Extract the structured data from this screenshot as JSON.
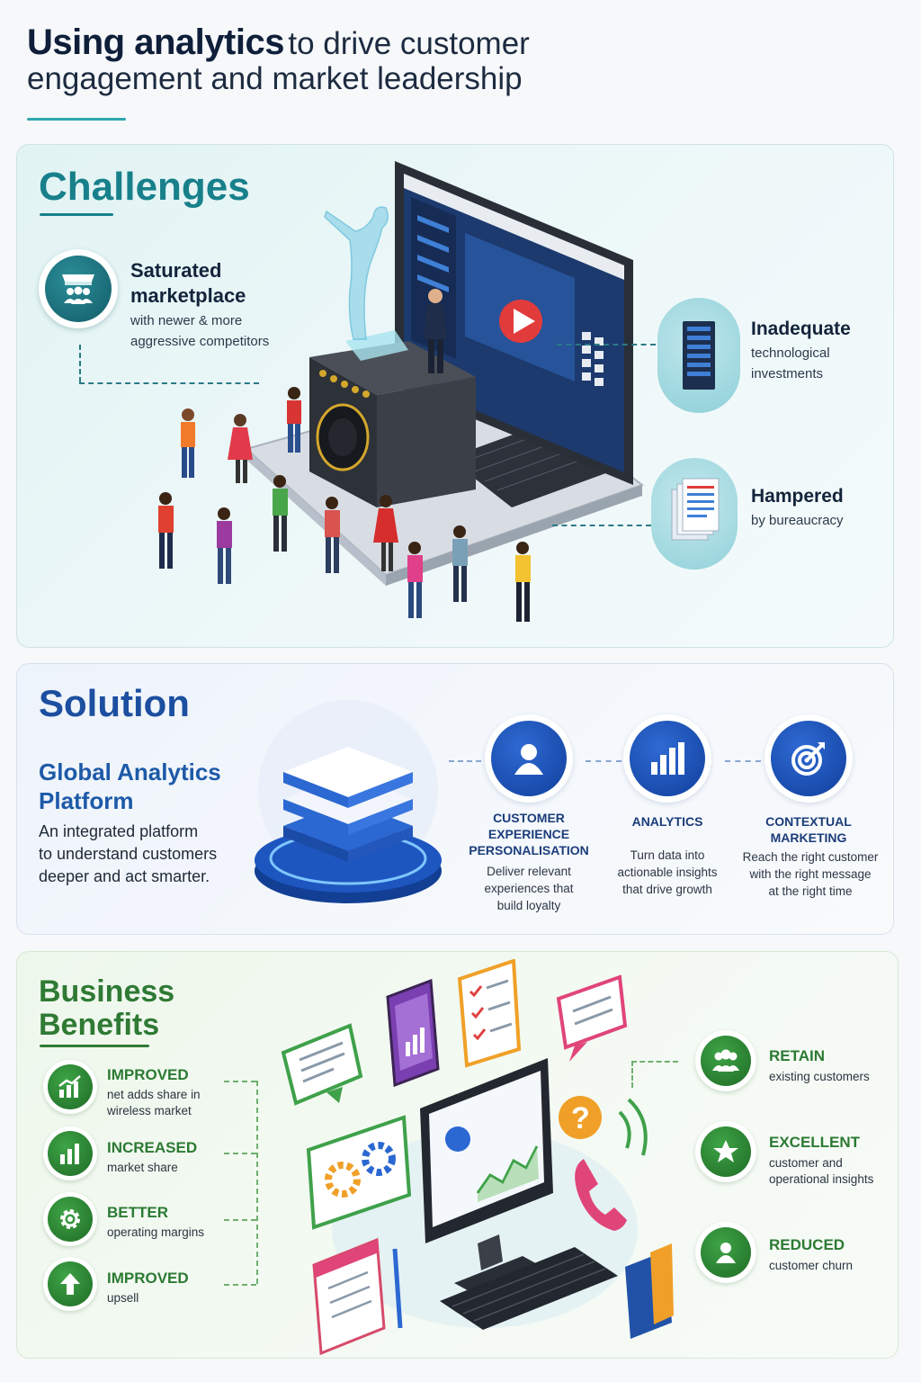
{
  "header": {
    "title_bold": "Using analytics",
    "title_rest": "to drive customer",
    "title_line2": "engagement and market leadership"
  },
  "challenges": {
    "title": "Challenges",
    "items": [
      {
        "head_line1": "Saturated",
        "head_line2": "marketplace",
        "sub_line1": "with newer & more",
        "sub_line2": "aggressive competitors",
        "icon": "storefront-icon"
      },
      {
        "head": "Inadequate",
        "sub_line1": "technological",
        "sub_line2": "investments",
        "icon": "server-rack-icon"
      },
      {
        "head": "Hampered",
        "sub_line1": "by bureaucracy",
        "icon": "documents-icon"
      }
    ],
    "colors": {
      "accent": "#17808a"
    }
  },
  "solution": {
    "title": "Solution",
    "platform_line1": "Global Analytics",
    "platform_line2": "Platform",
    "desc_line1": "An integrated platform",
    "desc_line2": "to understand customers",
    "desc_line3": "deeper and act smarter.",
    "features": [
      {
        "head_line1": "CUSTOMER",
        "head_line2": "EXPERIENCE",
        "head_line3": "PERSONALISATION",
        "desc_line1": "Deliver relevant",
        "desc_line2": "experiences that",
        "desc_line3": "build loyalty",
        "icon": "user-icon"
      },
      {
        "head_line1": "ANALYTICS",
        "desc_line1": "Turn data into",
        "desc_line2": "actionable insights",
        "desc_line3": "that drive growth",
        "icon": "bar-chart-icon"
      },
      {
        "head_line1": "CONTEXTUAL",
        "head_line2": "MARKETING",
        "desc_line1": "Reach the right customer",
        "desc_line2": "with the right message",
        "desc_line3": "at the right time",
        "icon": "target-icon"
      }
    ],
    "colors": {
      "accent": "#1c4fa0"
    }
  },
  "benefits": {
    "title_line1": "Business",
    "title_line2": "Benefits",
    "left": [
      {
        "head": "IMPROVED",
        "sub_line1": "net adds share in",
        "sub_line2": "wireless market",
        "icon": "trend-up-chart-icon"
      },
      {
        "head": "INCREASED",
        "sub_line1": "market share",
        "icon": "bar-chart-icon"
      },
      {
        "head": "BETTER",
        "sub_line1": "operating margins",
        "icon": "gear-icon"
      },
      {
        "head": "IMPROVED",
        "sub_line1": "upsell",
        "icon": "arrow-up-icon"
      }
    ],
    "right": [
      {
        "head": "RETAIN",
        "sub_line1": "existing customers",
        "icon": "group-icon"
      },
      {
        "head": "EXCELLENT",
        "sub_line1": "customer and",
        "sub_line2": "operational insights",
        "icon": "star-icon"
      },
      {
        "head": "REDUCED",
        "sub_line1": "customer churn",
        "icon": "user-icon"
      }
    ],
    "colors": {
      "accent": "#2f7a34"
    }
  }
}
